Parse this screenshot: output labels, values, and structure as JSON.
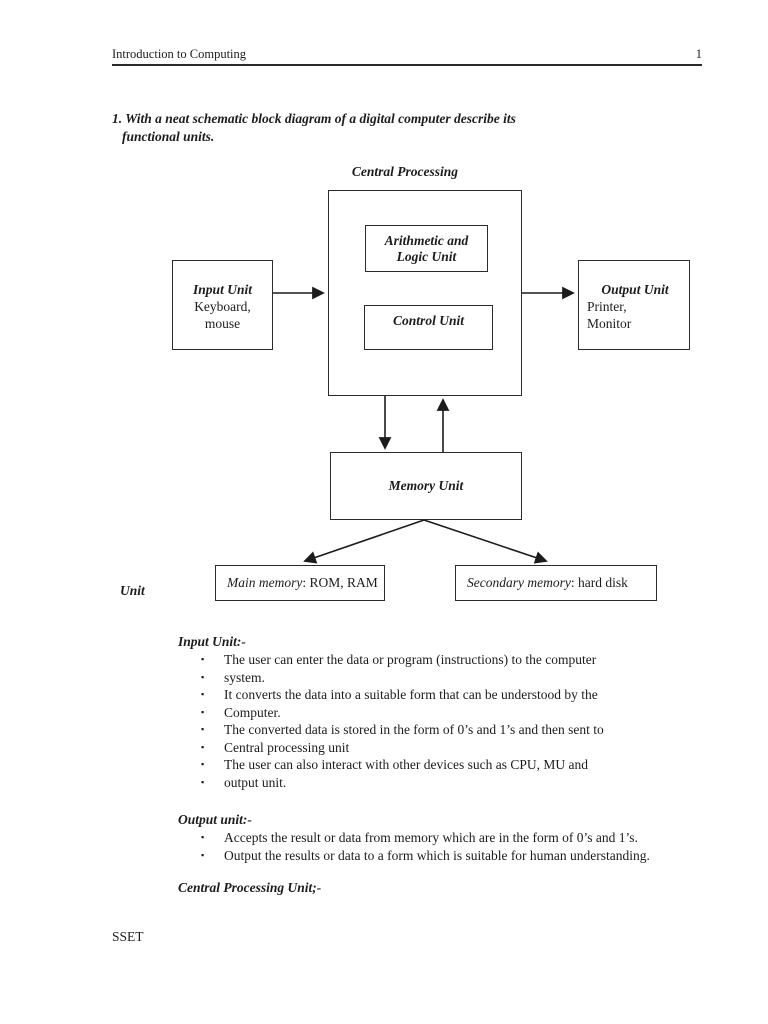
{
  "header": {
    "title": "Introduction to Computing",
    "page_number": "1"
  },
  "question": {
    "line1": "1. With a neat schematic block diagram of a digital computer describe its",
    "line2": "functional units."
  },
  "diagram": {
    "title": "Central Processing",
    "alu": {
      "line1": "Arithmetic and",
      "line2": "Logic Unit"
    },
    "control": "Control Unit",
    "input": {
      "title": "Input Unit",
      "line1": "Keyboard,",
      "line2": "mouse"
    },
    "output": {
      "title": "Output Unit",
      "line1": "Printer,",
      "line2": "Monitor"
    },
    "memory": "Memory Unit",
    "main_memory": {
      "label_italic": "Main memory",
      "label_rest": ": ROM, RAM"
    },
    "secondary_memory": {
      "label_italic": "Secondary memory",
      "label_rest": ": hard disk"
    },
    "stray_label": "Unit",
    "line_color": "#2b2b2b"
  },
  "ui": {
    "bullet_char": "▪"
  },
  "sections": [
    {
      "heading": "Input Unit:-",
      "bullets": [
        "The user can enter the data or program (instructions) to the computer",
        "system.",
        "It converts the data into a suitable form that can be understood by the",
        "Computer.",
        "The converted data is stored in the form of 0’s and 1’s and then sent  to",
        "Central processing unit",
        "The user can also interact with other devices such as CPU, MU and",
        "output unit."
      ]
    },
    {
      "heading": "Output unit:-",
      "bullets": [
        "Accepts the result or data from memory which are in the form of 0’s and 1’s.",
        "Output the results or data to a form which is suitable for human understanding."
      ]
    },
    {
      "heading": "Central Processing Unit;-",
      "bullets": []
    }
  ],
  "footer": "SSET"
}
